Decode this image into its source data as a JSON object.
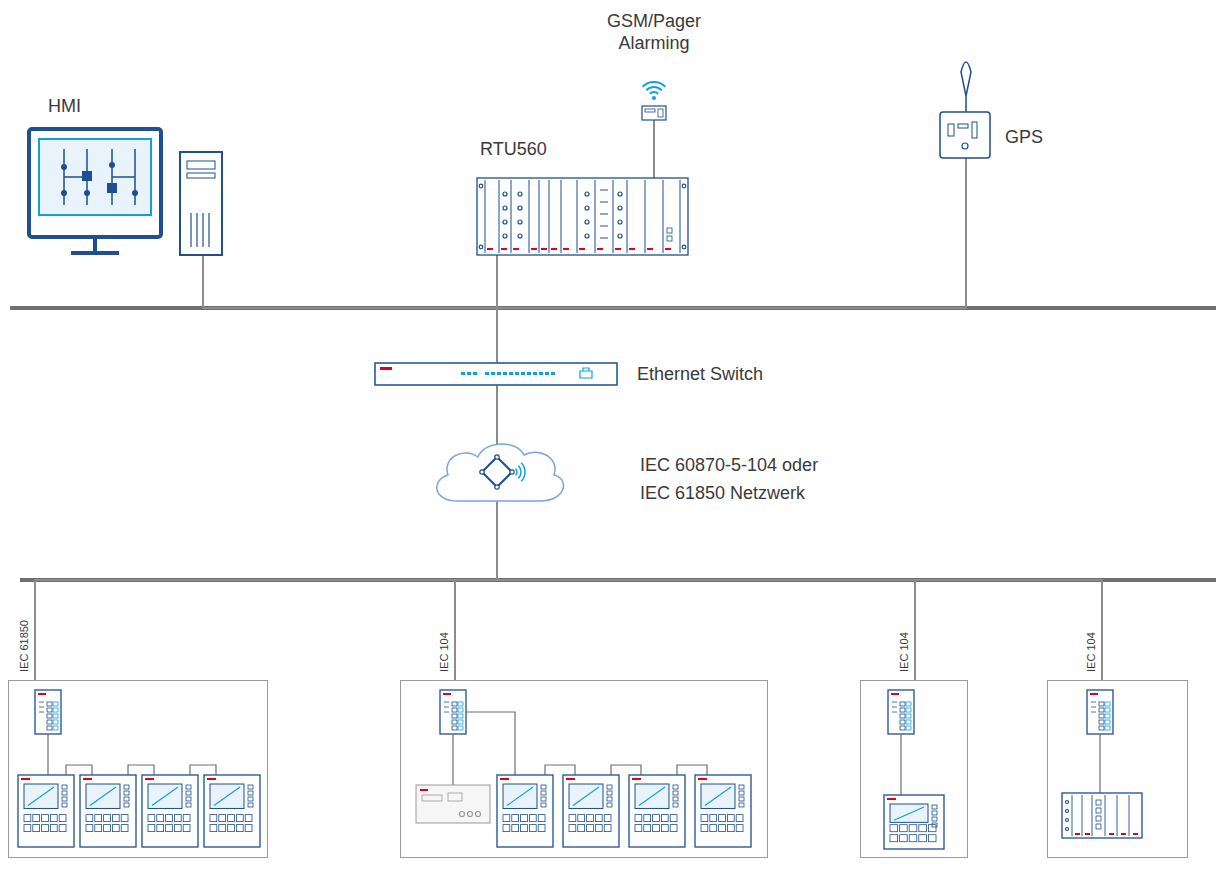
{
  "diagram": {
    "nodes": [
      {
        "text": [
          "HMI"
        ]
      },
      {
        "text": [
          "GSM/Pager Alarming"
        ]
      },
      {
        "text": [
          "RTU560"
        ]
      },
      {
        "text": [
          "GPS"
        ]
      },
      {
        "text": [
          "Ethernet Switch"
        ]
      },
      {
        "text": [
          "IEC 60870-5-104 oder IEC 61850 Netzwerk"
        ]
      },
      {
        "text": [
          "IEC 61850"
        ]
      },
      {
        "text": [
          "IEC 104"
        ]
      },
      {
        "text": [
          "IEC 104"
        ]
      },
      {
        "text": [
          "IEC 104"
        ]
      }
    ],
    "edges": [
      {
        "from": 0,
        "to": 2,
        "arrow": "none"
      },
      {
        "from": 1,
        "to": 2,
        "arrow": "none"
      },
      {
        "from": 3,
        "to": 2,
        "arrow": "none"
      },
      {
        "from": 2,
        "to": 4,
        "arrow": "none"
      },
      {
        "from": 4,
        "to": 5,
        "arrow": "none"
      },
      {
        "from": 5,
        "to": 6,
        "arrow": "none"
      },
      {
        "from": 5,
        "to": 7,
        "arrow": "none"
      },
      {
        "from": 5,
        "to": 8,
        "arrow": "none"
      },
      {
        "from": 5,
        "to": 9,
        "arrow": "none"
      }
    ]
  }
}
